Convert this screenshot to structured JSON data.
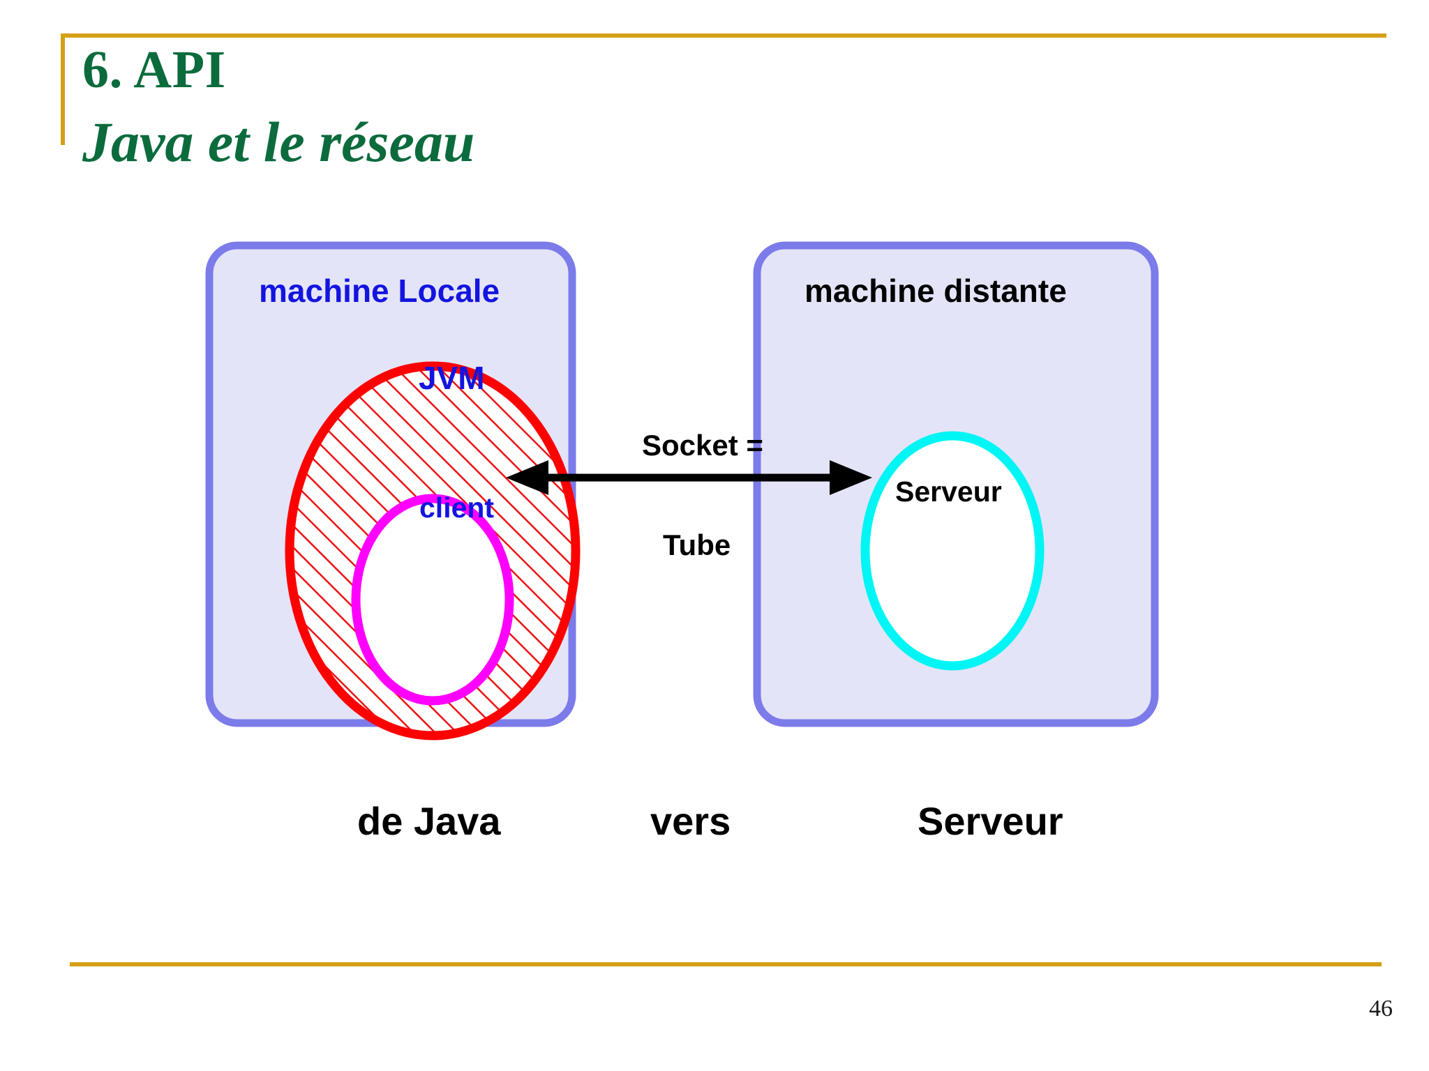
{
  "slide": {
    "title": "6. API",
    "subtitle": "Java et le réseau",
    "page_number": "46",
    "accent_rule_color": "#d4a017",
    "title_color": "#0c6b3d"
  },
  "diagram": {
    "local_machine": {
      "box_label": "machine Locale",
      "box_label_color": "#1414e0",
      "box_fill": "#e4e4f8",
      "box_border": "#7b7bea",
      "jvm_label": "JVM",
      "jvm_ellipse_stroke": "#ff0000",
      "jvm_hatch_color": "#ee1111",
      "client_label": "client",
      "client_ellipse_stroke": "#ff00ff",
      "label_color": "#1414e0"
    },
    "remote_machine": {
      "box_label": "machine distante",
      "box_label_color": "#000000",
      "box_fill": "#e4e4f8",
      "box_border": "#7b7bea",
      "server_label": "Serveur",
      "server_ellipse_stroke": "#00f5f5"
    },
    "connector": {
      "top_label": "Socket =",
      "bottom_label": "Tube",
      "arrow_color": "#000000",
      "arrow_style": "double-headed"
    },
    "caption": {
      "left": "de Java",
      "middle": "vers",
      "right": "Serveur"
    }
  }
}
